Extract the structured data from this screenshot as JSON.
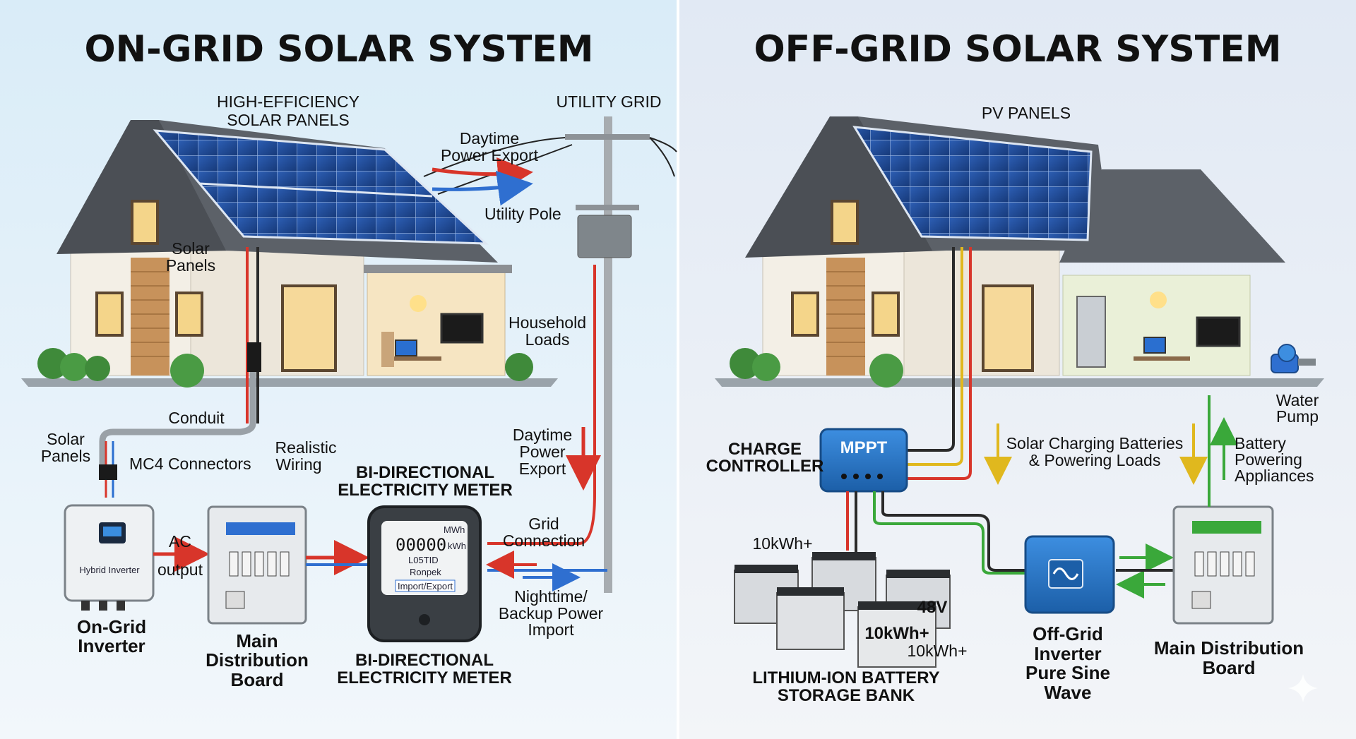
{
  "left": {
    "title": "ON-GRID SOLAR SYSTEM",
    "labels": {
      "panels_hi_1": "HIGH-EFFICIENCY",
      "panels_hi_2": "SOLAR PANELS",
      "utility_grid": "UTILITY GRID",
      "daytime_export_1": "Daytime",
      "daytime_export_2": "Power Export",
      "utility_pole": "Utility Pole",
      "solar_panels_1": "Solar",
      "solar_panels_2": "Panels",
      "household_1": "Household",
      "household_2": "Loads",
      "conduit": "Conduit",
      "solar_panels_b1": "Solar",
      "solar_panels_b2": "Panels",
      "mc4": "MC4 Connectors",
      "realistic_1": "Realistic",
      "realistic_2": "Wiring",
      "daytime_export_b1": "Daytime",
      "daytime_export_b2": "Power",
      "daytime_export_b3": "Export",
      "meter_top_1": "BI-DIRECTIONAL",
      "meter_top_2": "ELECTRICITY METER",
      "ac_1": "AC",
      "ac_2": "output",
      "grid_conn_1": "Grid",
      "grid_conn_2": "Connection",
      "nighttime_1": "Nighttime/",
      "nighttime_2": "Backup Power",
      "nighttime_3": "Import",
      "inverter_1": "On-Grid",
      "inverter_2": "Inverter",
      "mdb_1": "Main",
      "mdb_2": "Distribution",
      "mdb_3": "Board",
      "meter_bot_1": "BI-DIRECTIONAL",
      "meter_bot_2": "ELECTRICITY METER"
    },
    "meter": {
      "unit_top": "MWh",
      "digits": "00000",
      "unit": "kWh",
      "line1": "L05TID",
      "line2": "Ronpek",
      "badge": "Import/Export"
    },
    "inverter_caption": "Hybrid Inverter"
  },
  "right": {
    "title": "OFF-GRID SOLAR SYSTEM",
    "labels": {
      "pv_panels": "PV PANELS",
      "water_1": "Water",
      "water_2": "Pump",
      "charge_1": "CHARGE",
      "charge_2": "CONTROLLER",
      "solar_charging_1": "Solar Charging Batteries",
      "solar_charging_2": "& Powering Loads",
      "battery_pow_1": "Battery",
      "battery_pow_2": "Powering",
      "battery_pow_3": "Appliances",
      "bank_cap": "10kWh+",
      "bat_a": "10kWh+",
      "bat_b": "48V",
      "bat_c": "10kWh+",
      "bank_1": "LITHIUM-ION BATTERY",
      "bank_2": "STORAGE BANK",
      "inverter_1": "Off-Grid",
      "inverter_2": "Inverter",
      "inverter_3": "Pure Sine",
      "inverter_4": "Wave",
      "mdb_1": "Main Distribution",
      "mdb_2": "Board"
    },
    "mppt": "MPPT"
  }
}
